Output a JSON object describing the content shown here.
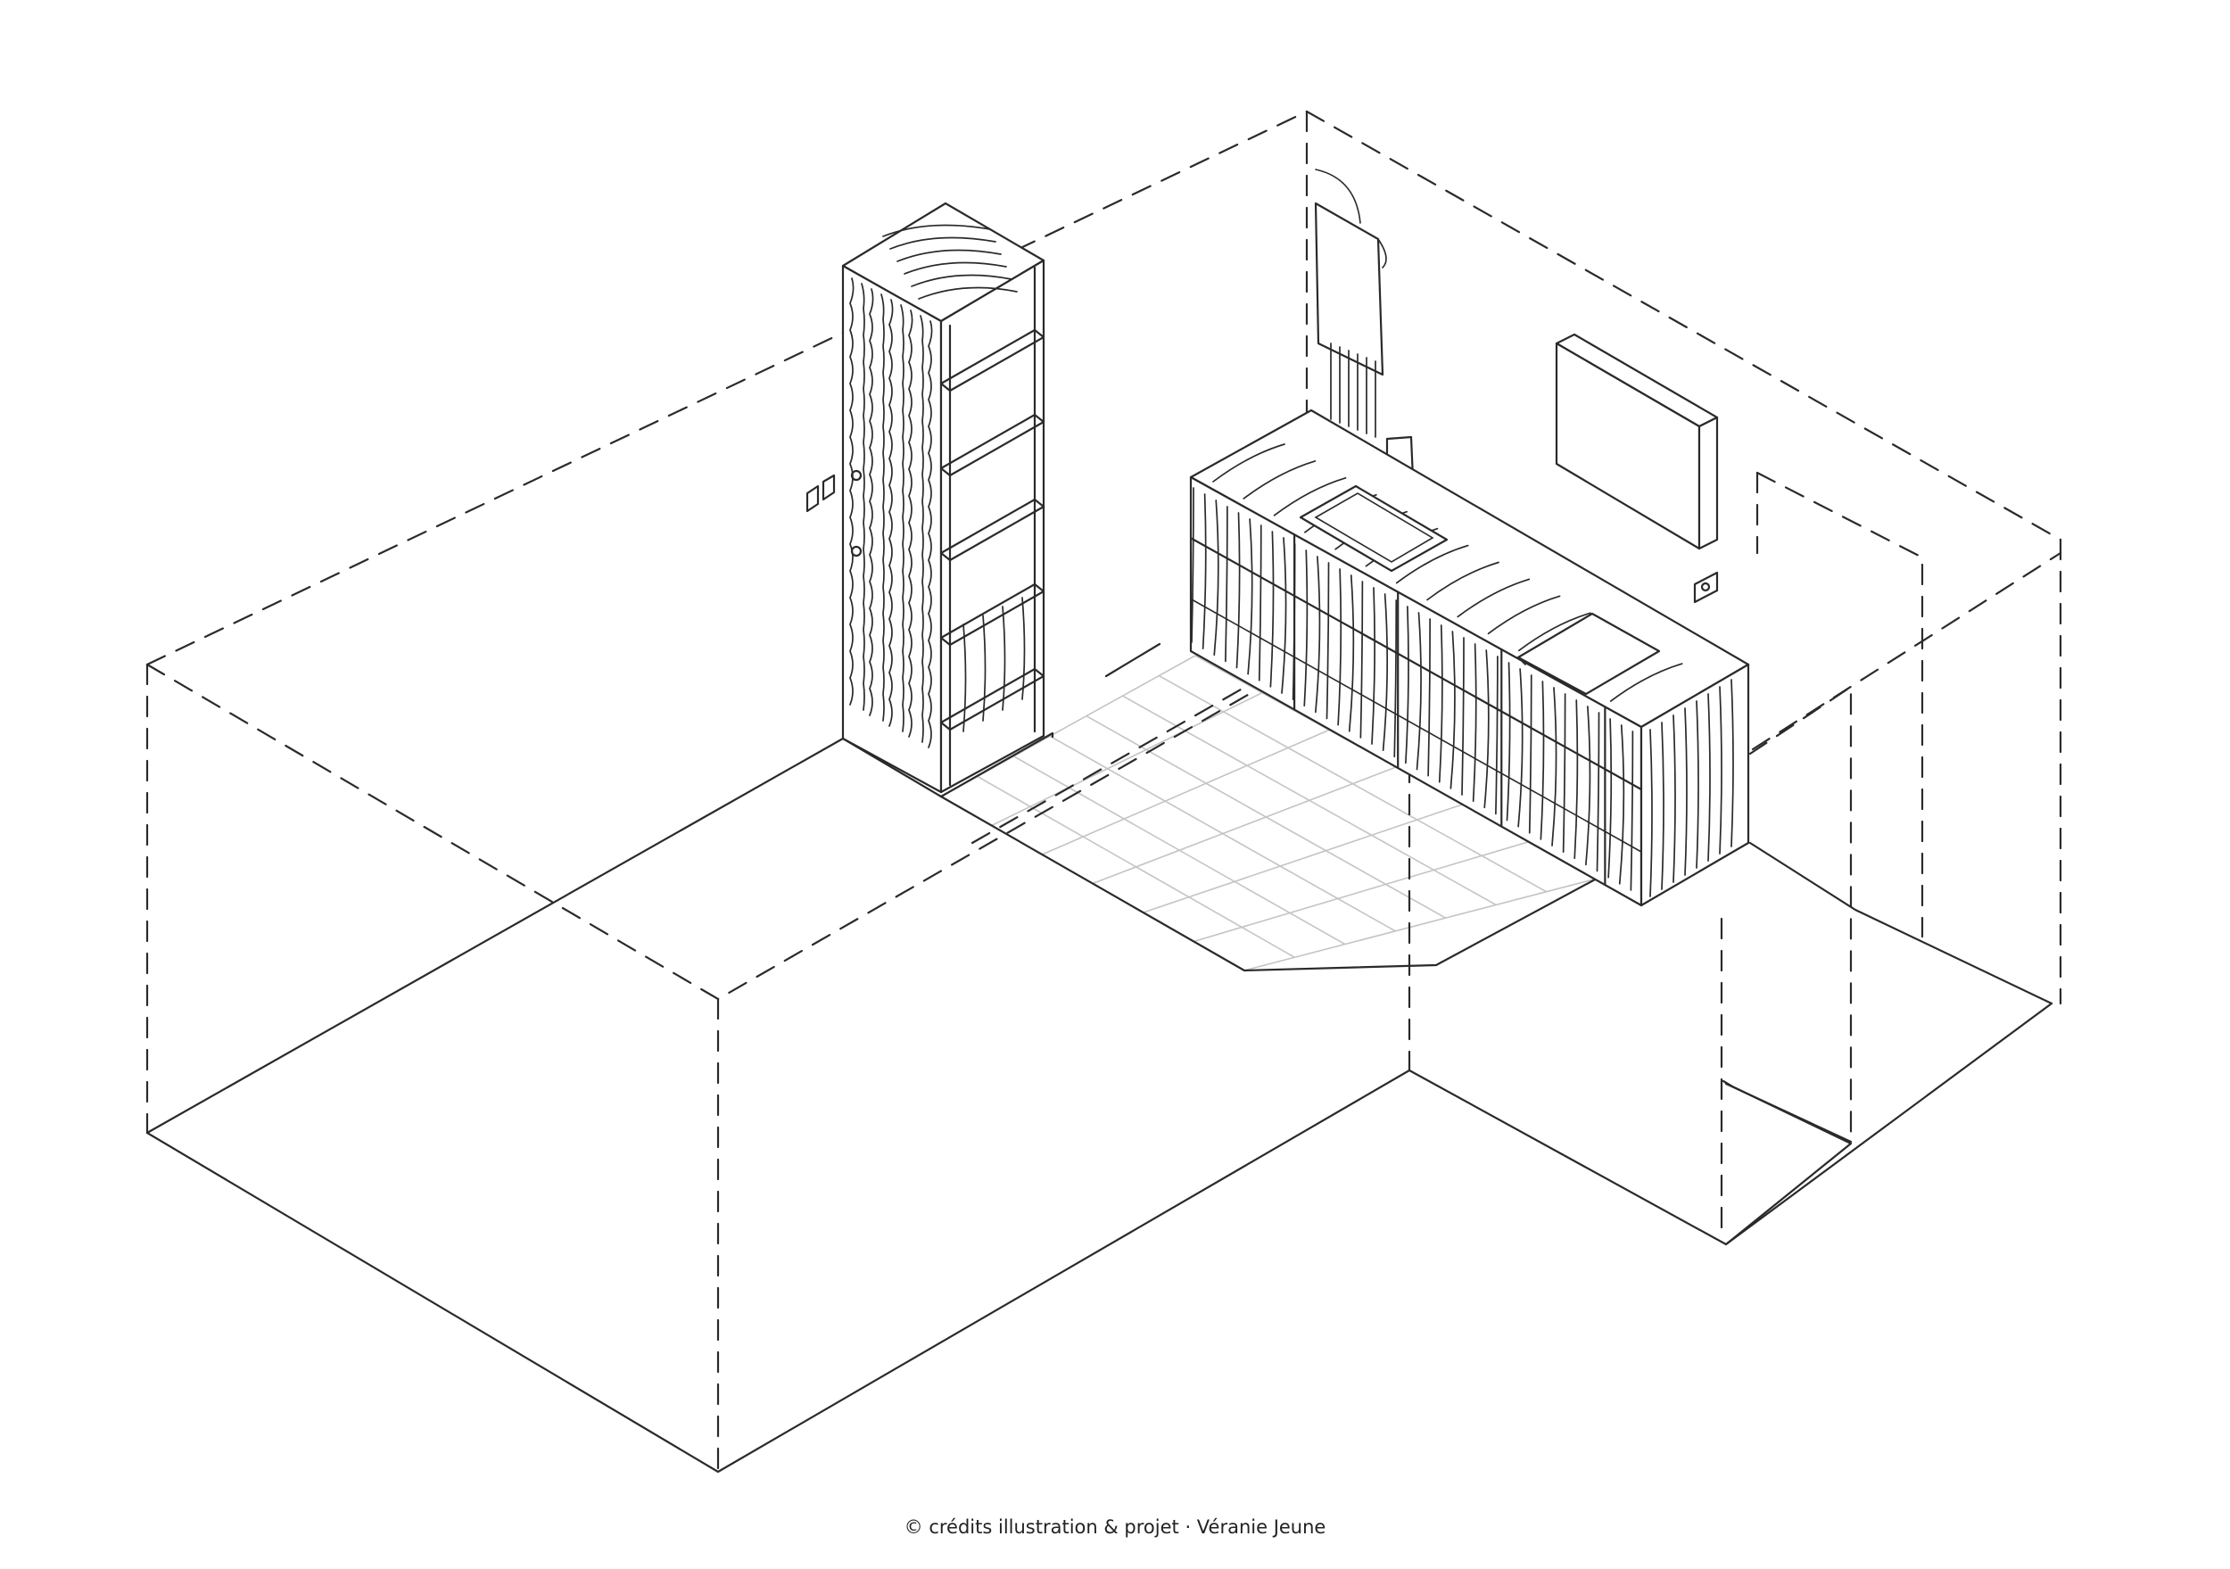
{
  "drawing": {
    "subject": "isometric-kitchen-line-drawing",
    "line_color": "#2a2a2a",
    "tile_color": "#c4c4c4",
    "background": "#ffffff",
    "elements": [
      "tall-shelving-unit",
      "kitchen-counter-with-drawers",
      "sink",
      "cooktop",
      "wall-mirror",
      "wall-towel-rack",
      "light-switch",
      "wall-outlet",
      "tiled-floor",
      "room-outline"
    ]
  },
  "credit": {
    "text": "© crédits illustration & projet · Véranie Jeune"
  }
}
